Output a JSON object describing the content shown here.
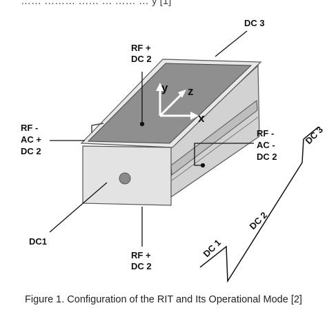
{
  "top_cropped_text": "…… ……… …… … …… … y [1]",
  "labels": {
    "dc3_top": "DC 3",
    "rf_dc2_top": [
      "RF +",
      "DC 2"
    ],
    "rf_ac_dc2_left": [
      "RF -",
      "AC +",
      "DC 2"
    ],
    "rf_ac_dc2_right": [
      "RF -",
      "AC -",
      "DC 2"
    ],
    "dc1": "DC1",
    "rf_dc2_bottom": [
      "RF +",
      "DC 2"
    ]
  },
  "axes": {
    "y": "y",
    "z": "z",
    "x": "x"
  },
  "waveform_labels": {
    "dc1": "DC 1",
    "dc2": "DC 2",
    "dc3": "DC 3"
  },
  "caption": "Figure 1.  Configuration of the RIT and Its Operational Mode [2]",
  "colors": {
    "top_face": "#8f8f8f",
    "body_light": "#e3e3e3",
    "body_mid": "#c8c8c8",
    "outline": "#555555"
  }
}
